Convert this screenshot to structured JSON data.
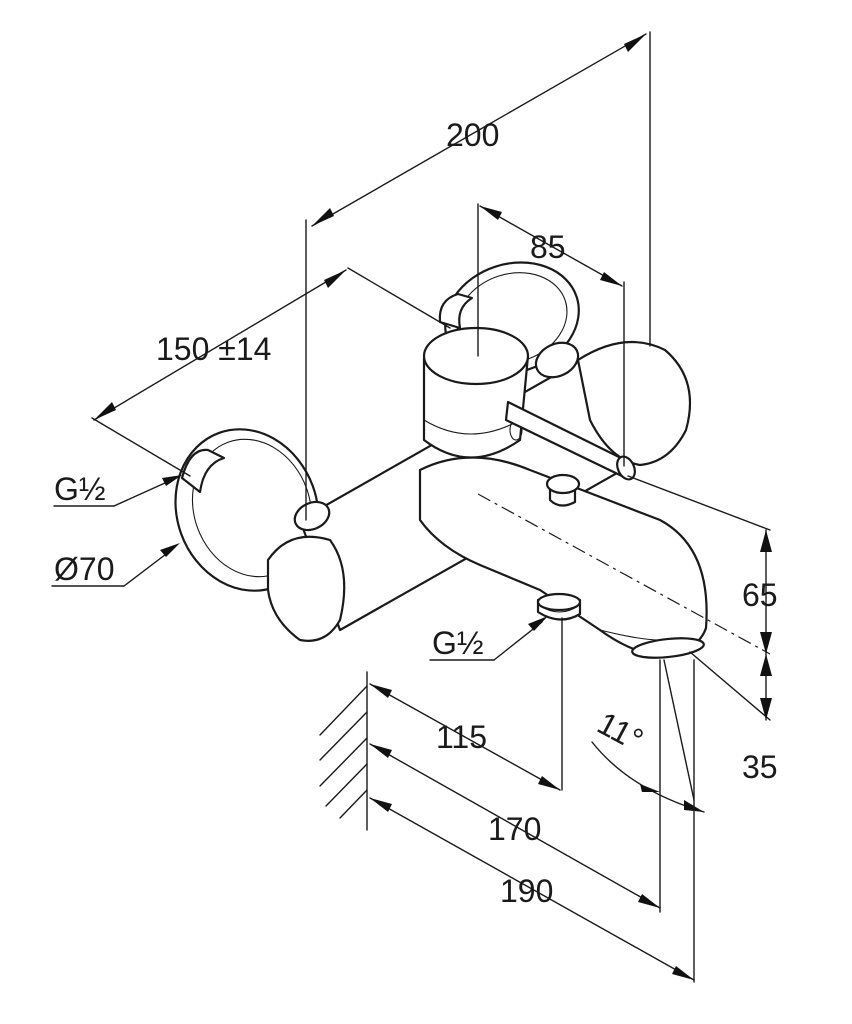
{
  "dimensions": {
    "overall_width": "200",
    "spout_to_handle": "85",
    "center_distance": "150 ±14",
    "inlet_thread": "G½",
    "escutcheon_diameter": "Ø70",
    "outlet_thread": "G½",
    "height_upper": "65",
    "height_lower": "35",
    "spout_angle": "11°",
    "projection_outlet": "115",
    "projection_spout": "170",
    "projection_total": "190"
  }
}
